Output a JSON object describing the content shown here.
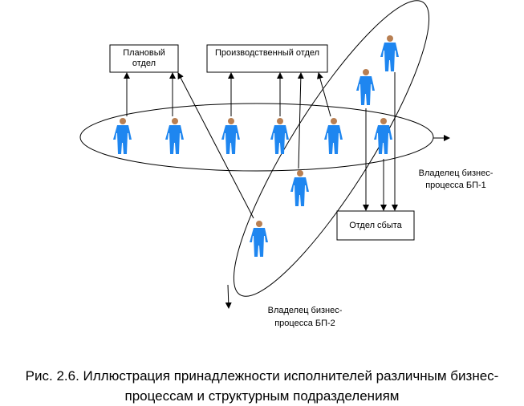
{
  "boxes": {
    "planning": "Плановый отдел",
    "production": "Производственный отдел",
    "sales": "Отдел сбыта"
  },
  "owners": {
    "bp1_line1": "Владелец бизнес-",
    "bp1_line2": "процесса БП-1",
    "bp2_line1": "Владелец бизнес-",
    "bp2_line2": "процесса БП-2"
  },
  "caption": {
    "line1": "Рис. 2.6. Иллюстрация принадлежности исполнителей различным бизнес-",
    "line2": "процессам и  структурным подразделениям"
  },
  "colors": {
    "person_body": "#1e86f0",
    "person_head": "#b87f52",
    "lines": "#000000"
  }
}
